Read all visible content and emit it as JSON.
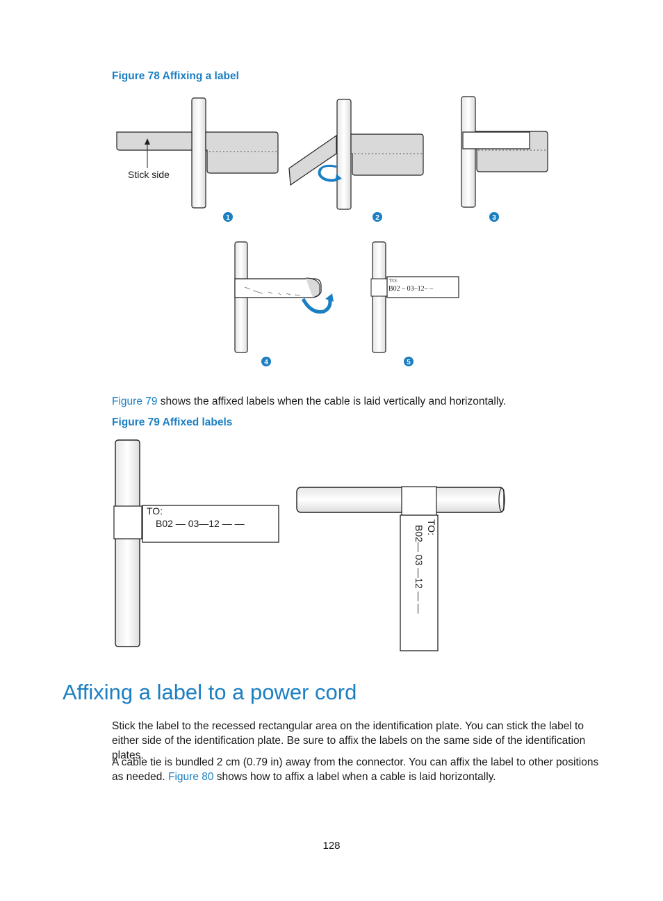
{
  "fig78": {
    "caption": "Figure 78 Affixing a label",
    "stick_side_label": "Stick side",
    "step_numbers": [
      "1",
      "2",
      "3",
      "4",
      "5"
    ],
    "label_to": "TO:",
    "label_code": "B02 – 03–12–   –"
  },
  "intro": {
    "link": "Figure 79",
    "text": " shows the affixed labels when the cable is laid vertically and horizontally."
  },
  "fig79": {
    "caption": "Figure 79 Affixed labels",
    "label_to": "TO:",
    "label_code_vertical": "B02 — 03—12 —  —",
    "label_code_horizontal": "B02— 03 —12 — —"
  },
  "section": {
    "title": "Affixing a label to a power cord",
    "p1": "Stick the label to the recessed rectangular area on the identification plate. You can stick the label to either side of the identification plate. Be sure to affix the labels on the same side of the identification plates.",
    "p2_a": "A cable tie is bundled 2 cm (0.79 in) away from the connector. You can affix the label to other positions as needed. ",
    "p2_link": "Figure 80",
    "p2_b": " shows how to affix a label when a cable is laid horizontally."
  },
  "page_number": "128",
  "colors": {
    "accent": "#1b7fc2",
    "label_fill": "#d9d9d9"
  }
}
